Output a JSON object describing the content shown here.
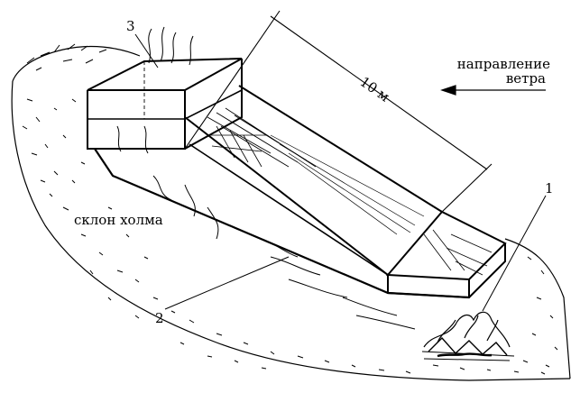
{
  "labels": {
    "callout_1": "1",
    "callout_2": "2",
    "callout_3": "3",
    "dimension": "10 м",
    "slope": "склон холма",
    "wind_line1": "направление",
    "wind_line2": "ветра"
  },
  "colors": {
    "ink": "#000000",
    "paper": "#ffffff"
  }
}
